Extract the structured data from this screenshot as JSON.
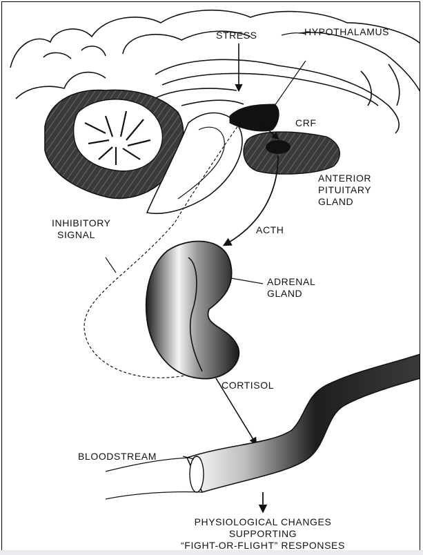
{
  "labels": {
    "stress": "STRESS",
    "hypothalamus": "HYPOTHALAMUS",
    "crf": "CRF",
    "anterior_pituitary": [
      "ANTERIOR",
      "PITUITARY",
      "GLAND"
    ],
    "inhibitory_signal": [
      "INHIBITORY",
      "SIGNAL"
    ],
    "acth": "ACTH",
    "adrenal_gland": [
      "ADRENAL",
      "GLAND"
    ],
    "cortisol": "CORTISOL",
    "bloodstream": "BLOODSTREAM",
    "physiological_changes": [
      "PHYSIOLOGICAL CHANGES",
      "SUPPORTING",
      "“FIGHT-OR-FLIGHT” RESPONSES"
    ]
  },
  "colors": {
    "ink": "#111111",
    "dark_fill": "#2a2a2a",
    "mid_fill": "#6b6b6b",
    "paper": "#ffffff"
  }
}
